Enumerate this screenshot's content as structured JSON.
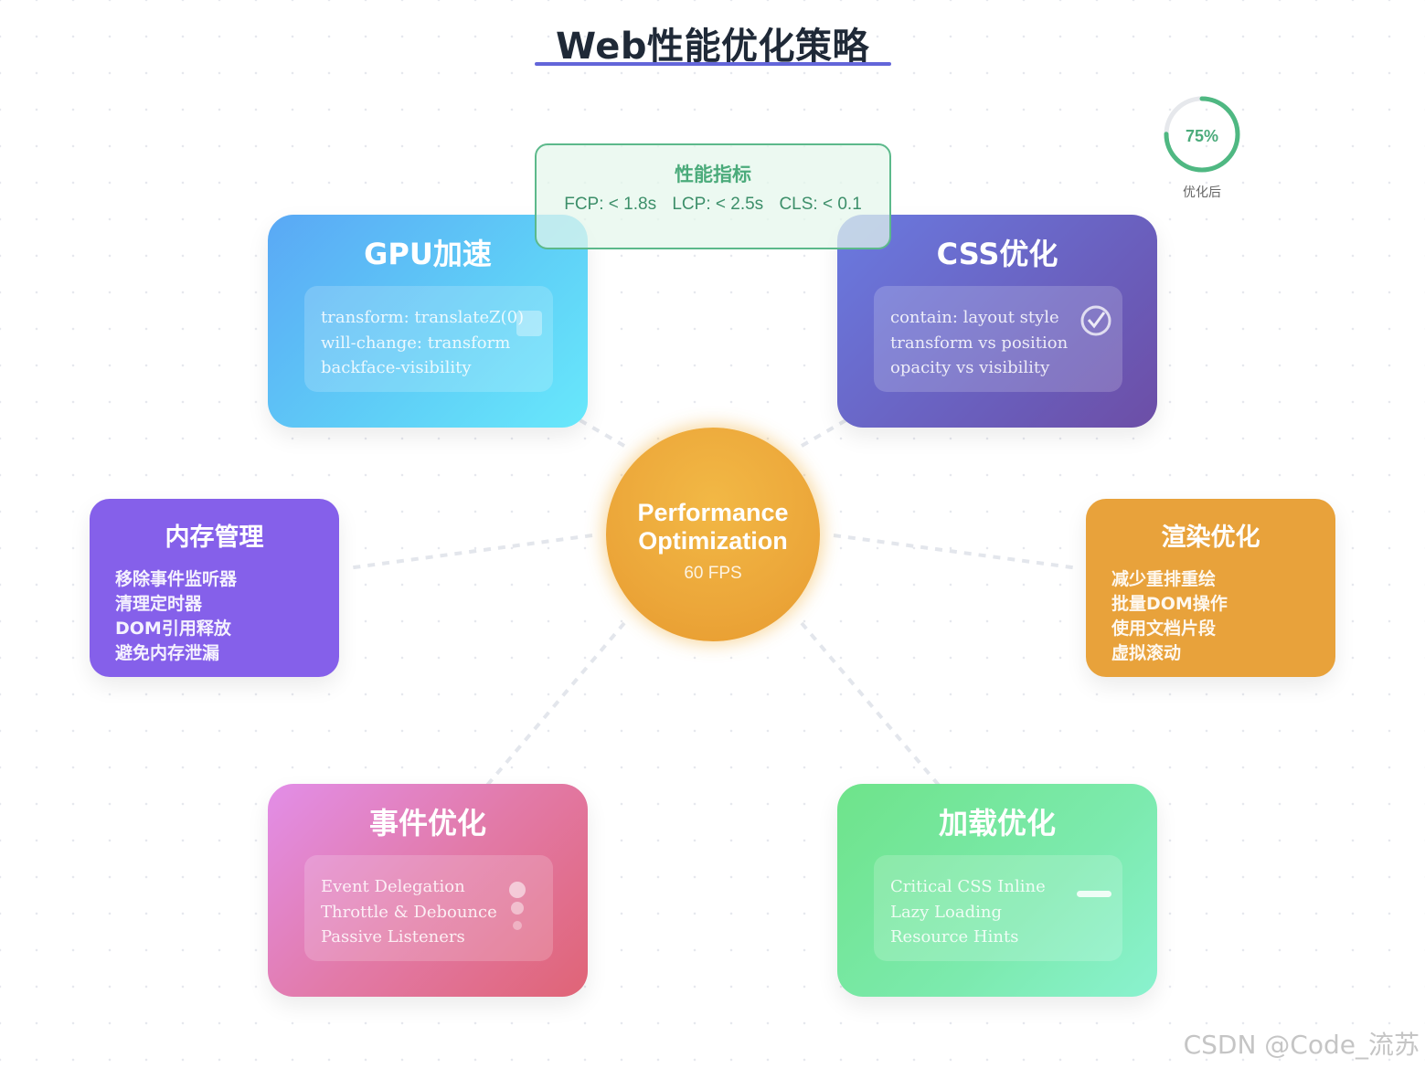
{
  "title": "Web性能优化策略",
  "metrics": {
    "title": "性能指标",
    "items": [
      "FCP: < 1.8s",
      "LCP: < 2.5s",
      "CLS: < 0.1"
    ]
  },
  "gauge": {
    "value_text": "75%",
    "value": 75,
    "label": "优化后"
  },
  "center": {
    "title": "Performance Optimization",
    "subtitle": "60 FPS"
  },
  "cards": {
    "gpu": {
      "title": "GPU加速",
      "lines": [
        "transform: translateZ(0)",
        "will-change: transform",
        "backface-visibility"
      ]
    },
    "css": {
      "title": "CSS优化",
      "lines": [
        "contain: layout style",
        "transform vs position",
        "opacity vs visibility"
      ]
    },
    "memory": {
      "title": "内存管理",
      "lines": [
        "移除事件监听器",
        "清理定时器",
        "DOM引用释放",
        "避免内存泄漏"
      ]
    },
    "render": {
      "title": "渲染优化",
      "lines": [
        "减少重排重绘",
        "批量DOM操作",
        "使用文档片段",
        "虚拟滚动"
      ]
    },
    "events": {
      "title": "事件优化",
      "lines": [
        "Event Delegation",
        "Throttle & Debounce",
        "Passive Listeners"
      ]
    },
    "loading": {
      "title": "加载优化",
      "lines": [
        "Critical CSS Inline",
        "Lazy Loading",
        "Resource Hints"
      ]
    }
  },
  "watermark": "CSDN @Code_流苏",
  "colors": {
    "title_underline": "#6366d9",
    "metrics_accent": "#4bab7b",
    "center": "#eca73a",
    "memory": "#8560ea",
    "render": "#e8a23b"
  }
}
